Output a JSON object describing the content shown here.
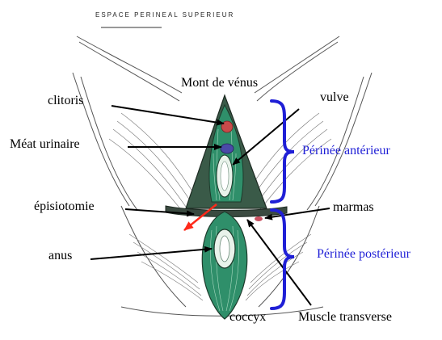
{
  "figure": {
    "title": "ESPACE PERINEAL SUPERIEUR"
  },
  "labels": {
    "mont_de_venus": "Mont de vénus",
    "clitoris": "clitoris",
    "vulve": "vulve",
    "meat_urinaire": "Méat urinaire",
    "episiotomie": "épisiotomie",
    "marmas": "marmas",
    "anus": "anus",
    "coccyx": "coccyx",
    "muscle_transverse": "Muscle transverse"
  },
  "regions": {
    "perinee_anterieur": "Périnée antérieur",
    "perinee_posterieur": "Périnée postérieur"
  },
  "colors": {
    "muscle_green": "#2f8f6a",
    "muscle_dark": "#243a30",
    "clitoris_red": "#c94a4a",
    "meatus_blue": "#4a4aa8",
    "bracket_blue": "#1f1fd6",
    "episiotomy_arrow": "#ff2a1a",
    "marmas_pink": "#c85060"
  }
}
